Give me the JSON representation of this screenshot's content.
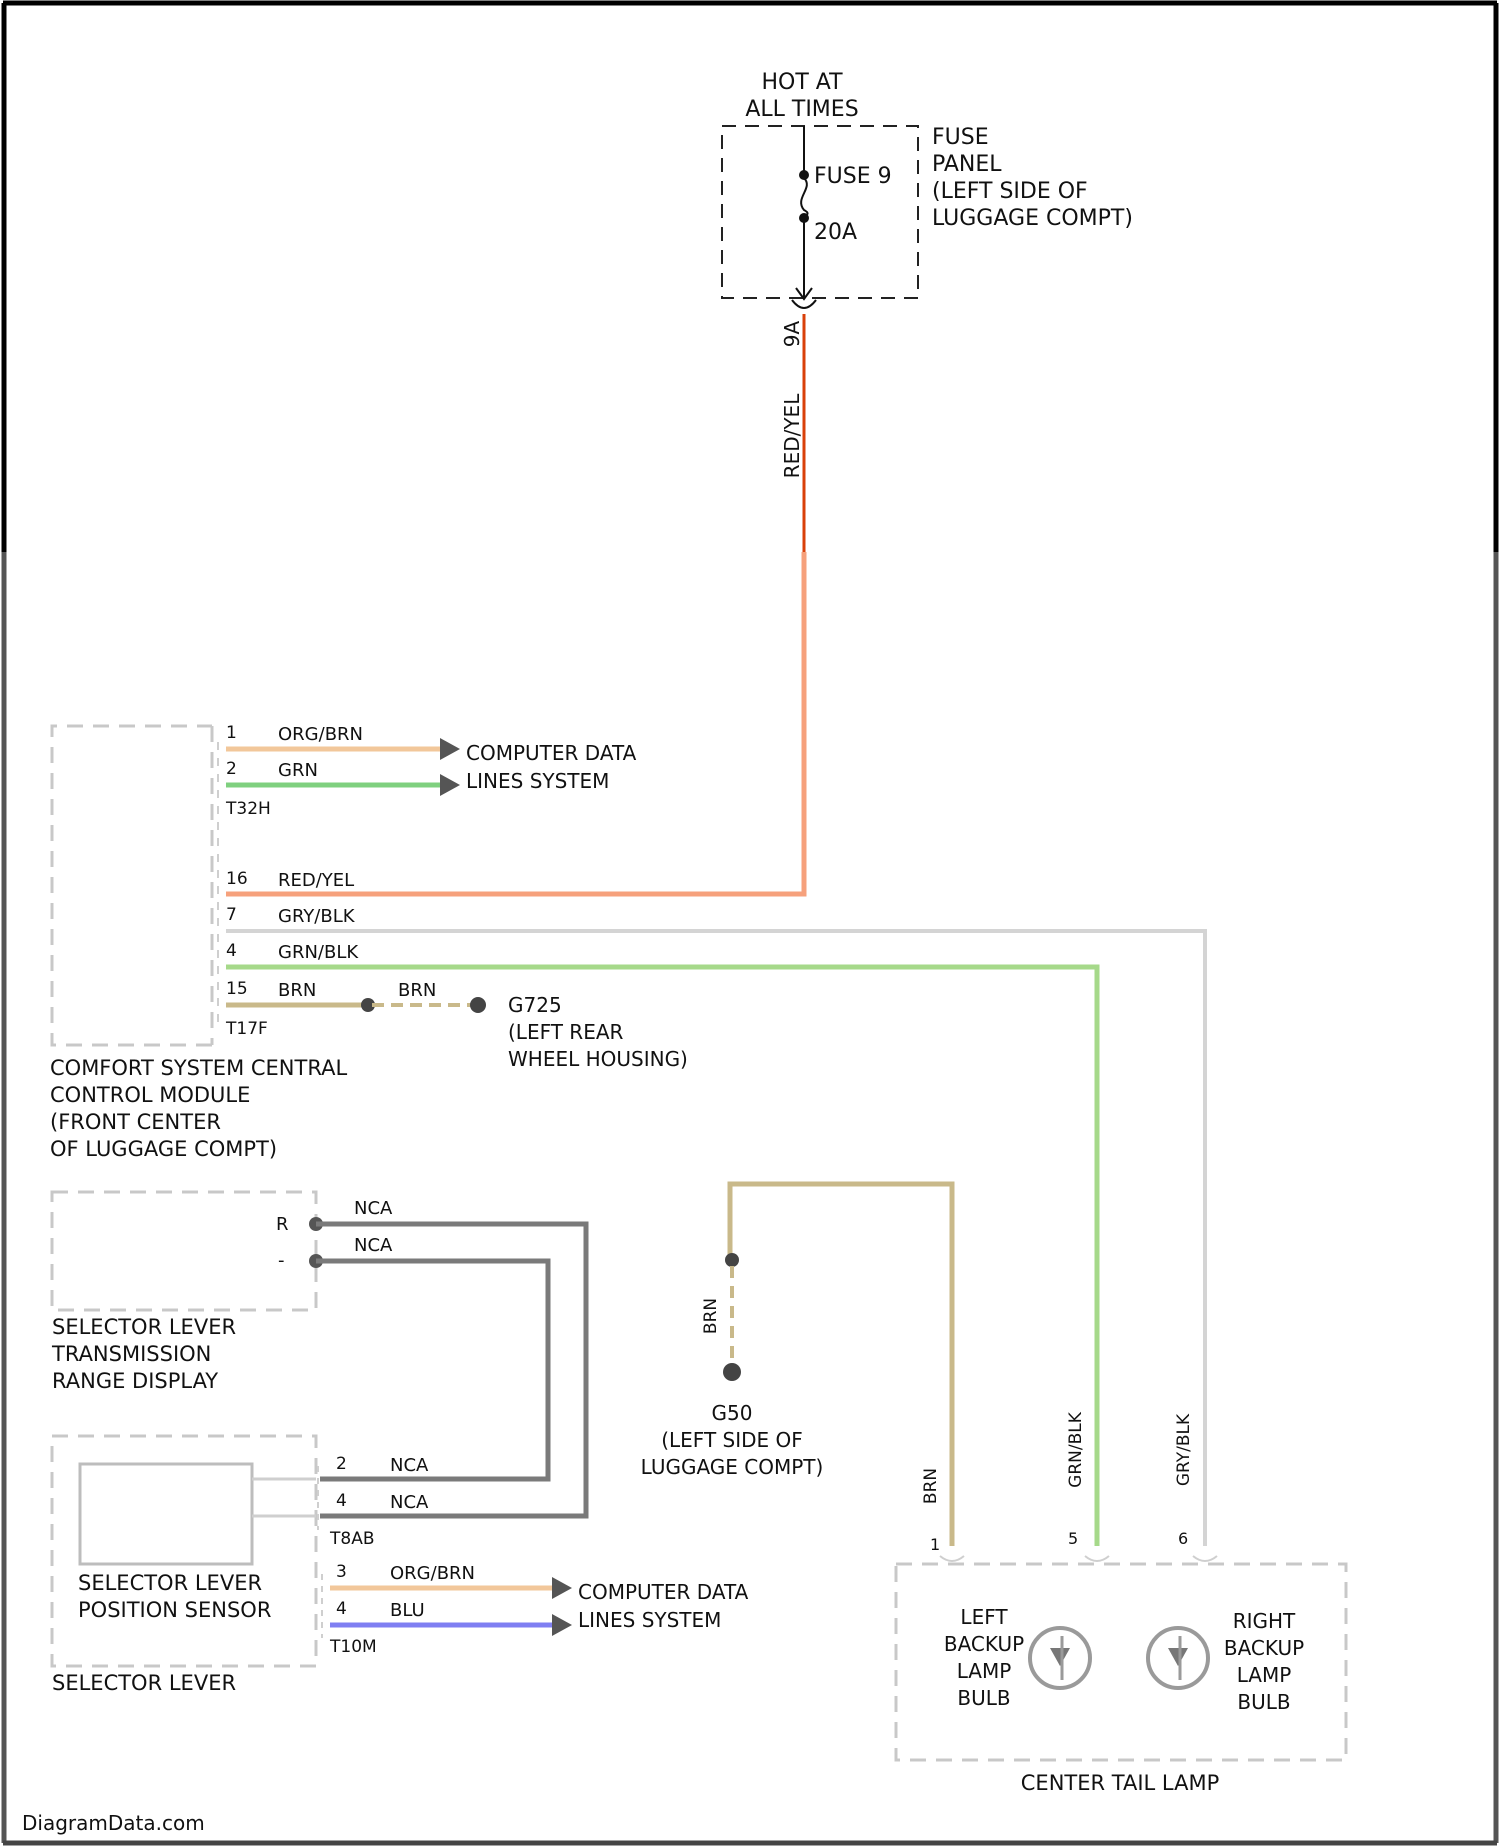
{
  "colors": {
    "frame": "#000000",
    "red_yel_wire": "#d9400a",
    "red_yel_faded": "#f6a17c",
    "org_brn_wire": "#f2c79a",
    "grn_wire": "#7fd07f",
    "gry_blk_wire": "#d4d4d4",
    "grn_blk_wire": "#a6d98a",
    "brn_wire": "#c9b98a",
    "nca_wire": "#7a7a7a",
    "blu_wire": "#7f7ff2",
    "dashed_box": "#333333",
    "faded_text": "#9a9a9a"
  },
  "fuse_panel": {
    "hot_line1": "HOT AT",
    "hot_line2": "ALL TIMES",
    "fuse_name": "FUSE 9",
    "fuse_rating": "20A",
    "panel_label": [
      "FUSE",
      "PANEL",
      "(LEFT SIDE OF",
      "LUGGAGE COMPT)"
    ],
    "pin": "9A",
    "wire_color": "RED/YEL"
  },
  "comfort_module": {
    "label": [
      "COMFORT SYSTEM CENTRAL",
      "CONTROL MODULE",
      "(FRONT CENTER",
      "OF LUGGAGE COMPT)"
    ],
    "connector_top": "T32H",
    "connector_bottom": "T17F",
    "wires": [
      {
        "pin": "1",
        "color": "ORG/BRN"
      },
      {
        "pin": "2",
        "color": "GRN"
      },
      {
        "pin": "16",
        "color": "RED/YEL"
      },
      {
        "pin": "7",
        "color": "GRY/BLK"
      },
      {
        "pin": "4",
        "color": "GRN/BLK"
      },
      {
        "pin": "15",
        "color": "BRN"
      }
    ],
    "brn_splice_color": "BRN",
    "ground_name": "G725",
    "ground_location": [
      "(LEFT REAR",
      "WHEEL HOUSING)"
    ],
    "data_line": [
      "COMPUTER DATA",
      "LINES SYSTEM"
    ]
  },
  "range_display": {
    "label": [
      "SELECTOR LEVER",
      "TRANSMISSION",
      "RANGE DISPLAY"
    ],
    "pin_r": "R",
    "pin_dot": "-",
    "wires": [
      "NCA",
      "NCA"
    ]
  },
  "ground_g": {
    "name": "G50",
    "location": [
      "(LEFT SIDE OF",
      "LUGGAGE COMPT)"
    ],
    "wire": "BRN"
  },
  "selector_lever": {
    "sensor_label": [
      "SELECTOR LEVER",
      "POSITION SENSOR"
    ],
    "label": "SELECTOR LEVER",
    "connector_a": "T8AB",
    "connector_b": "T10M",
    "wires": [
      {
        "pin": "2",
        "color": "NCA"
      },
      {
        "pin": "4",
        "color": "NCA"
      },
      {
        "pin": "3",
        "color": "ORG/BRN"
      },
      {
        "pin": "4",
        "color": "BLU"
      }
    ],
    "data_line": [
      "COMPUTER DATA",
      "LINES SYSTEM"
    ]
  },
  "tail_lamp": {
    "label": "CENTER TAIL LAMP",
    "left_bulb": [
      "LEFT",
      "BACKUP",
      "LAMP",
      "BULB"
    ],
    "right_bulb": [
      "RIGHT",
      "BACKUP",
      "LAMP",
      "BULB"
    ],
    "inputs": [
      {
        "pin": "1",
        "color": "BRN"
      },
      {
        "pin": "5",
        "color": "GRN/BLK"
      },
      {
        "pin": "6",
        "color": "GRY/BLK"
      }
    ]
  },
  "watermark": "DiagramData.com"
}
